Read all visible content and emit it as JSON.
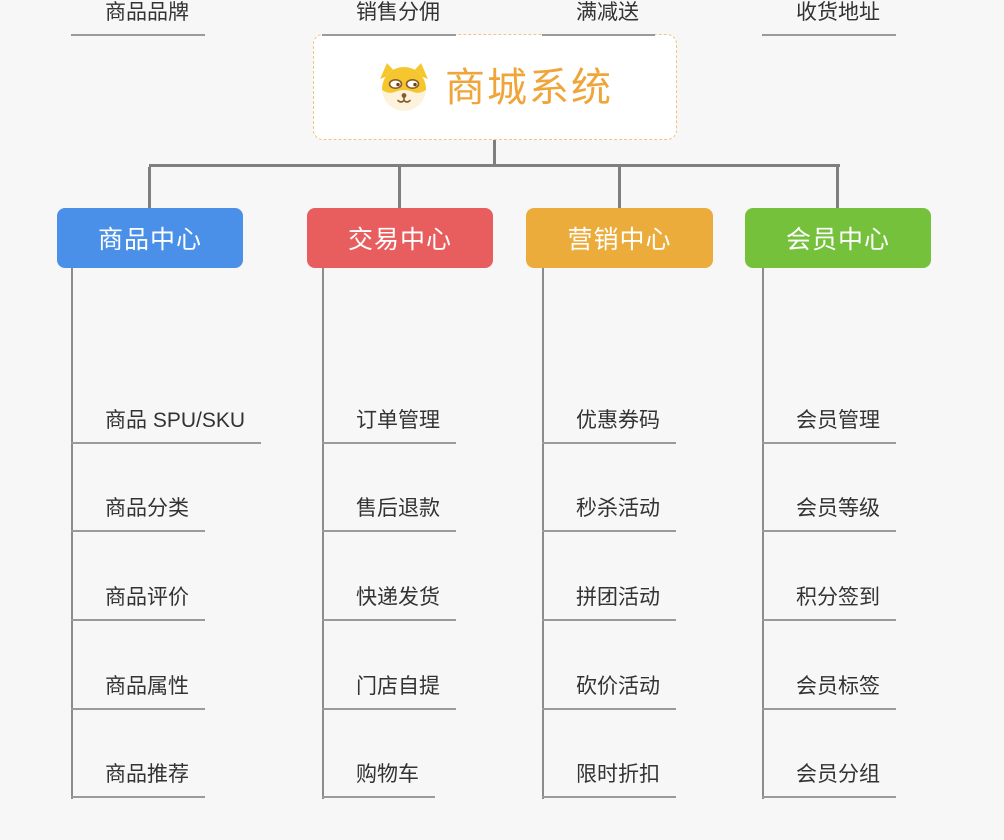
{
  "canvas": {
    "background": "#F7F7F7",
    "connector_color": "#7F7F7F",
    "underline_color": "#9A9A9A",
    "item_text_color": "#333333"
  },
  "root": {
    "title": "商城系统",
    "text_color": "#F0A53A",
    "border_color": "#F2C27E",
    "icon": "shiba-dog-face-icon"
  },
  "branches": [
    {
      "label": "商品中心",
      "color": "#4A90E8",
      "items": [
        "商品 SPU/SKU",
        "商品分类",
        "商品评价",
        "商品属性",
        "商品推荐",
        "商品品牌"
      ]
    },
    {
      "label": "交易中心",
      "color": "#E85D5D",
      "items": [
        "订单管理",
        "售后退款",
        "快递发货",
        "门店自提",
        "购物车",
        "销售分佣"
      ]
    },
    {
      "label": "营销中心",
      "color": "#EBAC3B",
      "items": [
        "优惠券码",
        "秒杀活动",
        "拼团活动",
        "砍价活动",
        "限时折扣",
        "满减送"
      ]
    },
    {
      "label": "会员中心",
      "color": "#75C13C",
      "items": [
        "会员管理",
        "会员等级",
        "积分签到",
        "会员标签",
        "会员分组",
        "收货地址"
      ]
    }
  ]
}
